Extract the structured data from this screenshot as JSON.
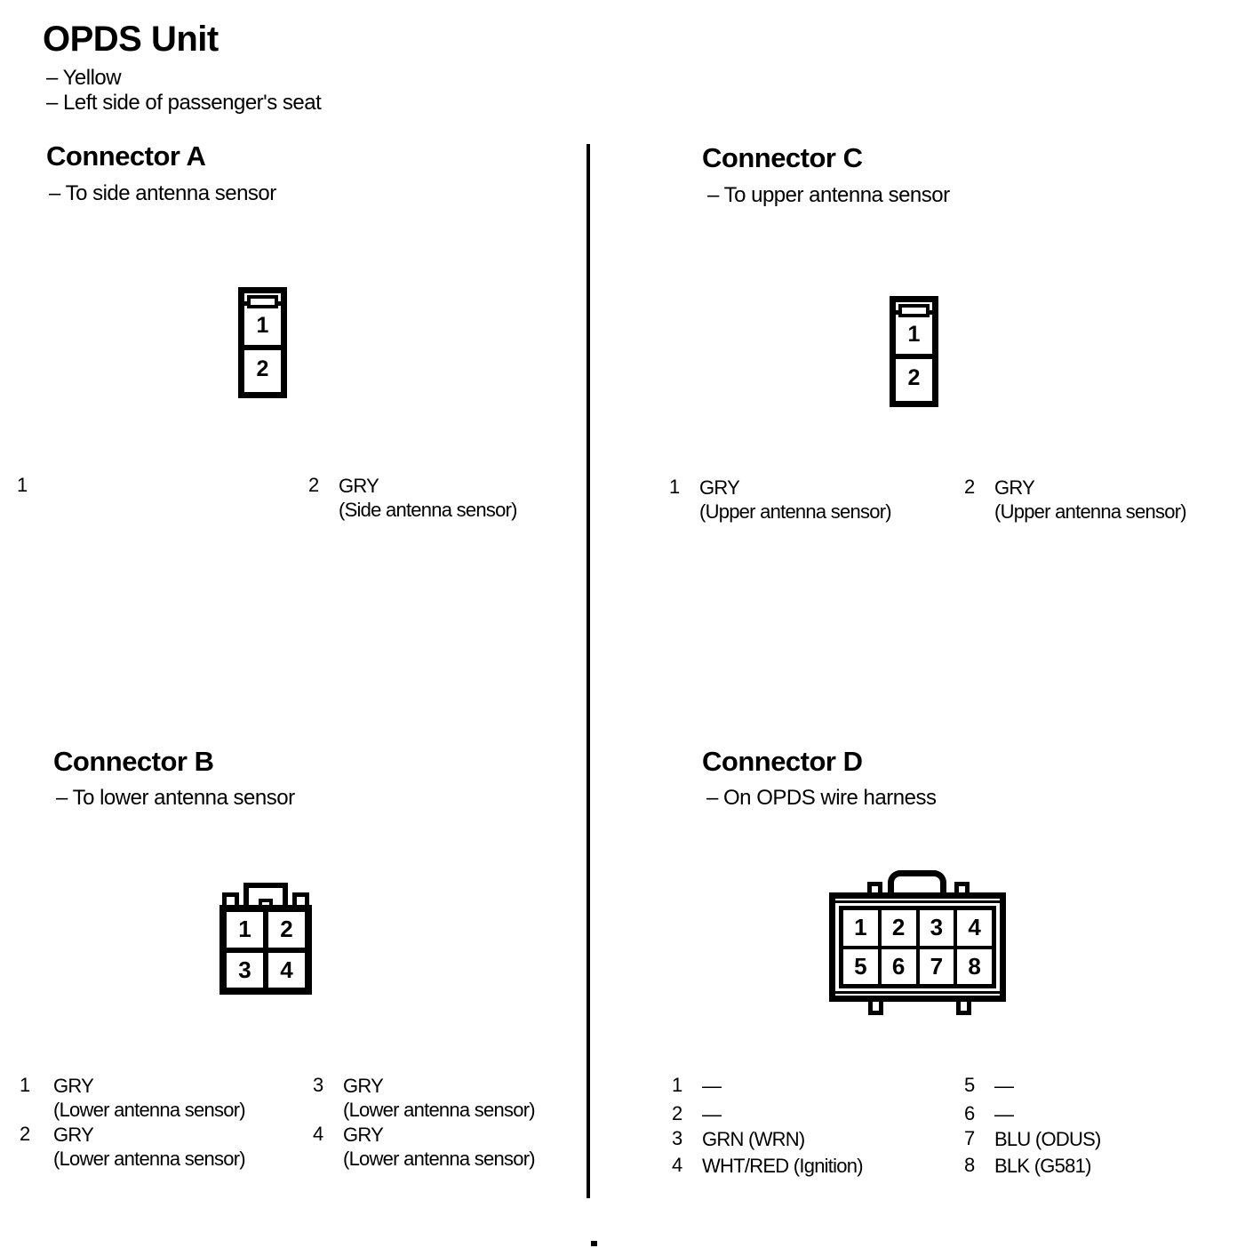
{
  "page": {
    "title": "OPDS Unit",
    "notes": [
      "– Yellow",
      "– Left side of passenger's seat"
    ]
  },
  "connector_a": {
    "title": "Connector A",
    "note": "– To side antenna sensor",
    "cavities": [
      "1",
      "2"
    ],
    "pins": [
      {
        "num": "1",
        "wire": "",
        "signal": ""
      },
      {
        "num": "2",
        "wire": "GRY",
        "signal": "(Side antenna sensor)"
      }
    ]
  },
  "connector_c": {
    "title": "Connector C",
    "note": "– To upper antenna sensor",
    "cavities": [
      "1",
      "2"
    ],
    "pins": [
      {
        "num": "1",
        "wire": "GRY",
        "signal": "(Upper antenna sensor)"
      },
      {
        "num": "2",
        "wire": "GRY",
        "signal": "(Upper antenna sensor)"
      }
    ]
  },
  "connector_b": {
    "title": "Connector B",
    "note": "– To lower antenna sensor",
    "cavities": [
      "1",
      "2",
      "3",
      "4"
    ],
    "pins": [
      {
        "num": "1",
        "wire": "GRY",
        "signal": "(Lower antenna sensor)"
      },
      {
        "num": "2",
        "wire": "GRY",
        "signal": "(Lower antenna sensor)"
      },
      {
        "num": "3",
        "wire": "GRY",
        "signal": "(Lower antenna sensor)"
      },
      {
        "num": "4",
        "wire": "GRY",
        "signal": "(Lower antenna sensor)"
      }
    ]
  },
  "connector_d": {
    "title": "Connector D",
    "note": "– On OPDS wire harness",
    "cavities": [
      "1",
      "2",
      "3",
      "4",
      "5",
      "6",
      "7",
      "8"
    ],
    "pins": [
      {
        "num": "1",
        "wire": "—"
      },
      {
        "num": "2",
        "wire": "—"
      },
      {
        "num": "3",
        "wire": "GRN (WRN)"
      },
      {
        "num": "4",
        "wire": "WHT/RED (Ignition)"
      },
      {
        "num": "5",
        "wire": "—"
      },
      {
        "num": "6",
        "wire": "—"
      },
      {
        "num": "7",
        "wire": "BLU (ODUS)"
      },
      {
        "num": "8",
        "wire": "BLK (G581)"
      }
    ]
  }
}
